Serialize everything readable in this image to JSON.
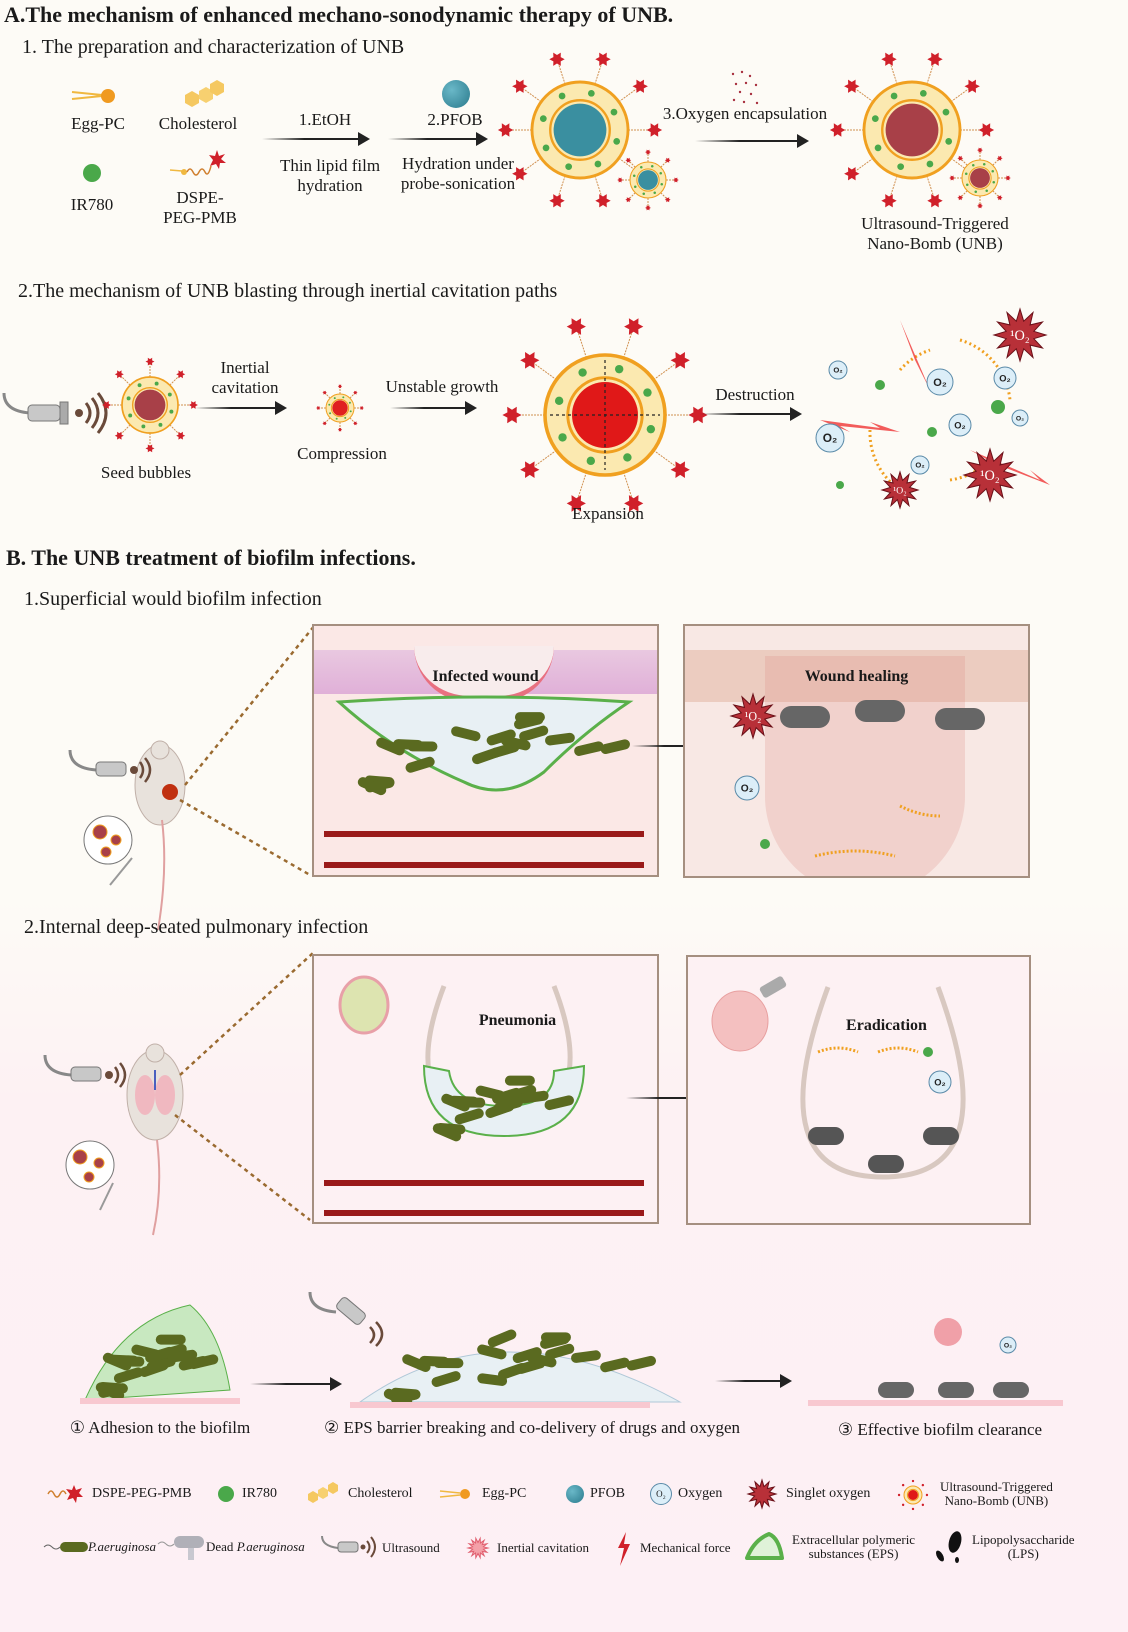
{
  "sectionA": {
    "title": "A.The mechanism of enhanced mechano-sonodynamic therapy of UNB.",
    "part1": {
      "title": "1. The preparation and characterization of UNB",
      "components": {
        "egg_pc": "Egg-PC",
        "cholesterol": "Cholesterol",
        "ir780": "IR780",
        "dspe_line1": "DSPE-",
        "dspe_line2": "PEG-PMB"
      },
      "step1_top": "1.EtOH",
      "step1_bottom_line1": "Thin lipid film",
      "step1_bottom_line2": "hydration",
      "step2_top": "2.PFOB",
      "step2_bottom_line1": "Hydration under",
      "step2_bottom_line2": "probe-sonication",
      "step3_top": "3.Oxygen encapsulation",
      "product_line1": "Ultrasound-Triggered",
      "product_line2": "Nano-Bomb (UNB)"
    },
    "part2": {
      "title": "2.The mechanism of UNB blasting through inertial cavitation paths",
      "seed": "Seed bubbles",
      "arrow1_line1": "Inertial",
      "arrow1_line2": "cavitation",
      "compression": "Compression",
      "arrow2": "Unstable growth",
      "expansion": "Expansion",
      "arrow3": "Destruction",
      "o2": "O₂",
      "singlet": "¹O₂"
    }
  },
  "sectionB": {
    "title": "B. The UNB treatment of biofilm infections.",
    "part1": {
      "title": "1.Superficial would biofilm infection",
      "panel_left": "Infected wound",
      "panel_right": "Wound healing"
    },
    "part2": {
      "title": "2.Internal deep-seated pulmonary infection",
      "panel_left": "Pneumonia",
      "panel_right": "Eradication"
    },
    "steps": [
      "① Adhesion to the biofilm",
      "② EPS barrier breaking and co-delivery of drugs and oxygen",
      "③ Effective biofilm clearance"
    ]
  },
  "legend": {
    "row1": [
      {
        "icon": "dspe-peg-pmb-icon",
        "label": "DSPE-PEG-PMB"
      },
      {
        "icon": "ir780-icon",
        "label": "IR780"
      },
      {
        "icon": "cholesterol-icon",
        "label": "Cholesterol"
      },
      {
        "icon": "egg-pc-icon",
        "label": "Egg-PC"
      },
      {
        "icon": "pfob-icon",
        "label": "PFOB"
      },
      {
        "icon": "oxygen-icon",
        "label": "Oxygen"
      },
      {
        "icon": "singlet-oxygen-icon",
        "label": "Singlet oxygen"
      },
      {
        "icon": "unb-icon",
        "label_line1": "Ultrasound-Triggered",
        "label_line2": "Nano-Bomb (UNB)"
      }
    ],
    "row2": [
      {
        "icon": "p-aeruginosa-icon",
        "label": "P.aeruginosa"
      },
      {
        "icon": "dead-p-aeruginosa-icon",
        "label_prefix": "Dead ",
        "label": "P.aeruginosa"
      },
      {
        "icon": "ultrasound-icon",
        "label": "Ultrasound"
      },
      {
        "icon": "inertial-cavitation-icon",
        "label": "Inertial cavitation"
      },
      {
        "icon": "mechanical-force-icon",
        "label": "Mechanical force"
      },
      {
        "icon": "eps-icon",
        "label_line1": "Extracellular polymeric",
        "label_line2": "substances (EPS)"
      },
      {
        "icon": "lps-icon",
        "label_line1": "Lipopolysaccharide",
        "label_line2": "(LPS)"
      }
    ]
  },
  "colors": {
    "star_red": "#d0202a",
    "lipid_orange": "#f0a020",
    "ir780_green": "#4aa84a",
    "pfob_teal": "#3a8fa0",
    "core_maroon": "#a84048",
    "bacteria_green": "#5a6a20",
    "eps_green": "#5ab04a",
    "panel_border": "#a58f80"
  }
}
